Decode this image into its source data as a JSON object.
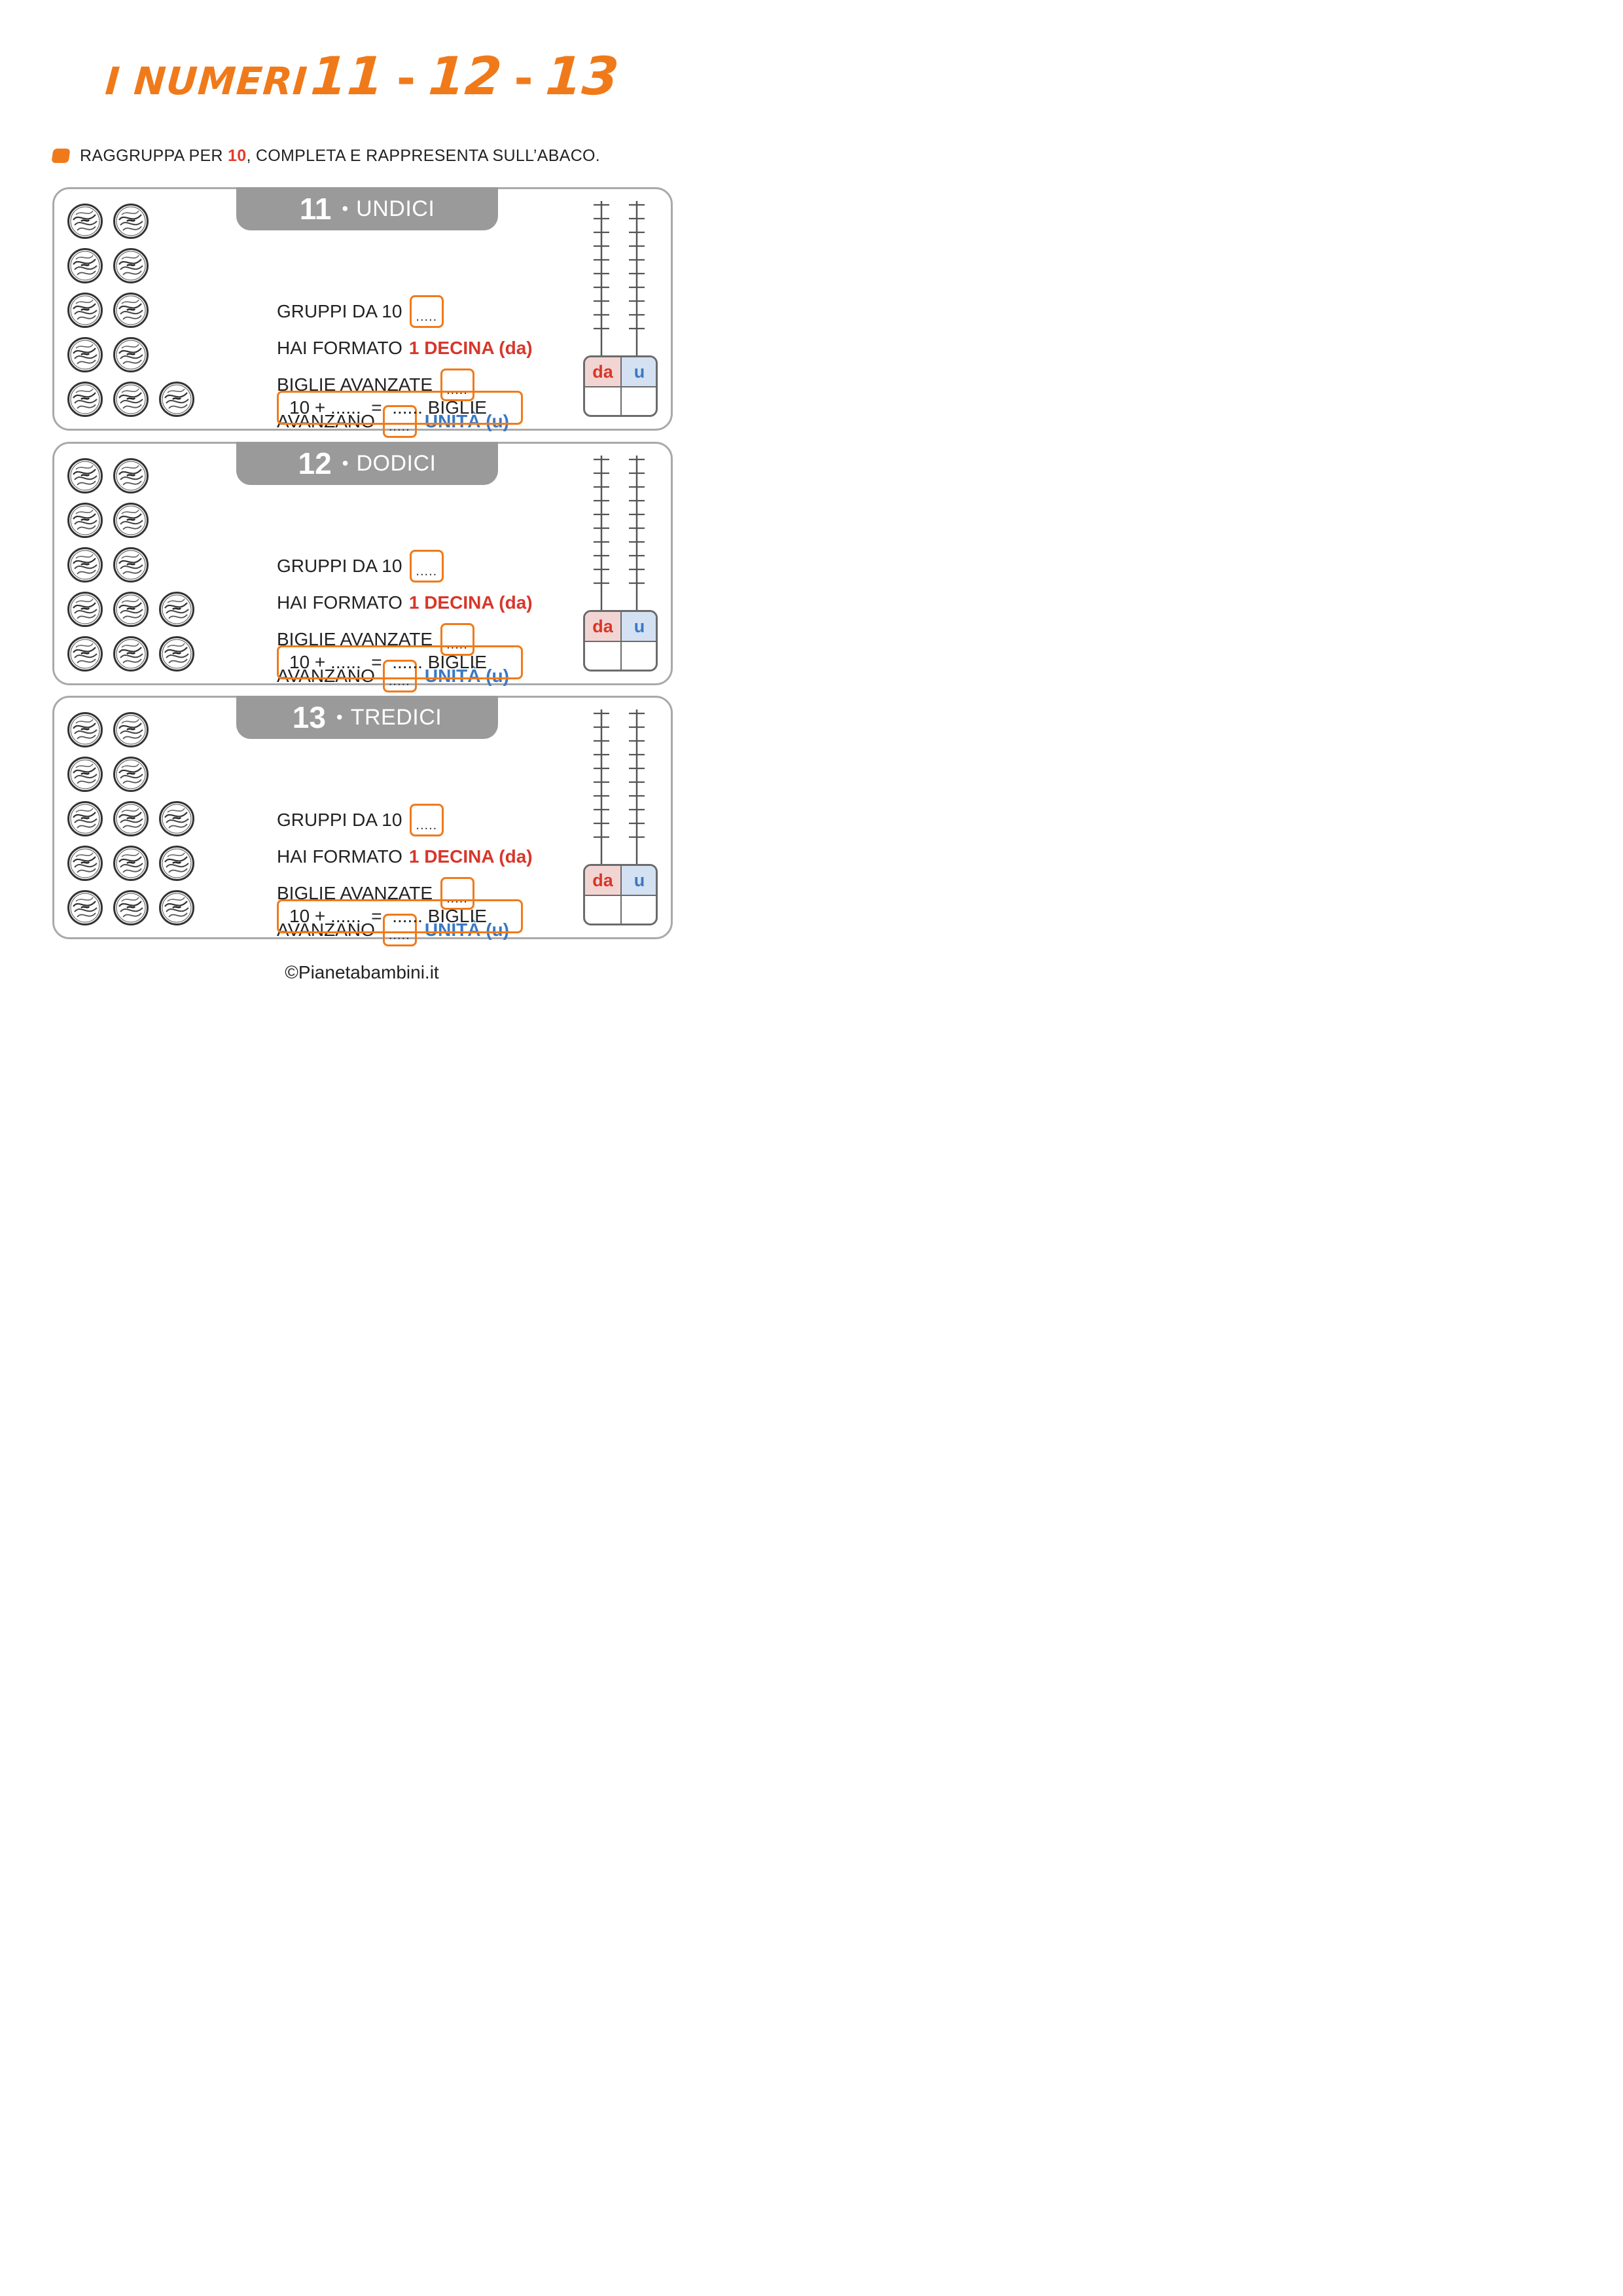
{
  "title": {
    "word": "I NUMERI",
    "n1": "11",
    "sep1": "-",
    "n2": "12",
    "sep2": "-",
    "n3": "13"
  },
  "instruction": {
    "pre": "RAGGRUPPA PER ",
    "highlight": "10",
    "post": ", COMPLETA E RAPPRESENTA SULL’ABACO."
  },
  "colors": {
    "orange": "#f07a1a",
    "red": "#d7372b",
    "blue": "#3a78c3",
    "gray": "#9a9a9a"
  },
  "cards": [
    {
      "number": "11",
      "dot": "•",
      "word": "UNDICI",
      "marbles_per_row": [
        2,
        2,
        2,
        2,
        3
      ],
      "groups_label": "GRUPPI DA 10",
      "box_blank": ".....",
      "formed_label": "HAI FORMATO",
      "formed_value": "1 DECINA (da)",
      "leftover_label": "BIGLIE AVANZATE",
      "remain_label": "AVANZANO",
      "units_label": "UNITÀ (u)",
      "equation": "10 + ......  =  ...... BIGLIE",
      "abacus": {
        "da": "da",
        "u": "u"
      }
    },
    {
      "number": "12",
      "dot": "•",
      "word": "DODICI",
      "marbles_per_row": [
        2,
        2,
        2,
        3,
        3
      ],
      "groups_label": "GRUPPI DA 10",
      "box_blank": ".....",
      "formed_label": "HAI FORMATO",
      "formed_value": "1 DECINA (da)",
      "leftover_label": "BIGLIE AVANZATE",
      "remain_label": "AVANZANO",
      "units_label": "UNITÀ (u)",
      "equation": "10 + ......  =  ...... BIGLIE",
      "abacus": {
        "da": "da",
        "u": "u"
      }
    },
    {
      "number": "13",
      "dot": "•",
      "word": "TREDICI",
      "marbles_per_row": [
        2,
        2,
        3,
        3,
        3
      ],
      "groups_label": "GRUPPI DA 10",
      "box_blank": ".....",
      "formed_label": "HAI FORMATO",
      "formed_value": "1 DECINA (da)",
      "leftover_label": "BIGLIE AVANZATE",
      "remain_label": "AVANZANO",
      "units_label": "UNITÀ (u)",
      "equation": "10 + ......  =  ...... BIGLIE",
      "abacus": {
        "da": "da",
        "u": "u"
      }
    }
  ],
  "footer": "©Pianetabambini.it"
}
